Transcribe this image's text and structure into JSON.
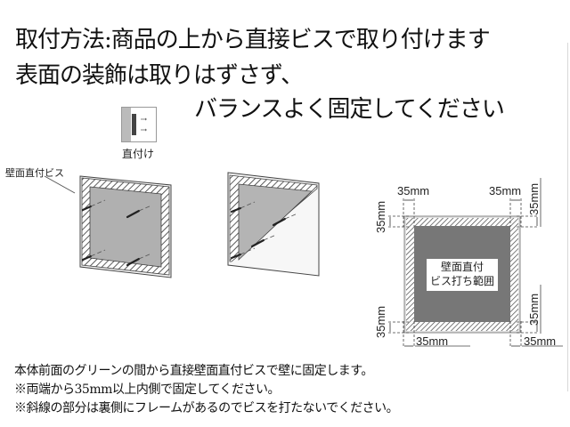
{
  "heading": {
    "line1": "取付方法:商品の上から直接ビスで取り付けます",
    "line2": "表面の装飾は取りはずさず、",
    "line3": "バランスよく固定してください"
  },
  "icon_direct_mount": {
    "caption": "直付け"
  },
  "diagram_left": {
    "callout_label": "壁面直付ビス"
  },
  "diagram_right": {
    "range_label_line1": "壁面直付",
    "range_label_line2": "ビス打ち範囲",
    "dimensions": {
      "top_left_h": "35mm",
      "top_right_h": "35mm",
      "top_left_v": "35mm",
      "top_right_v": "35mm",
      "bottom_left_v": "35mm",
      "bottom_right_v": "35mm",
      "bottom_left_h": "35mm",
      "bottom_right_h": "35mm"
    }
  },
  "notes": [
    "本体前面のグリーンの間から直接壁面直付ビスで壁に固定します。",
    "※両端から35mm以上内側で固定してください。",
    "※斜線の部分は裏側にフレームがあるのでビスを打たないでください。"
  ],
  "colors": {
    "frame_fill": "#a9a9a9",
    "dark_fill": "#777777",
    "hatch": "#555555"
  }
}
